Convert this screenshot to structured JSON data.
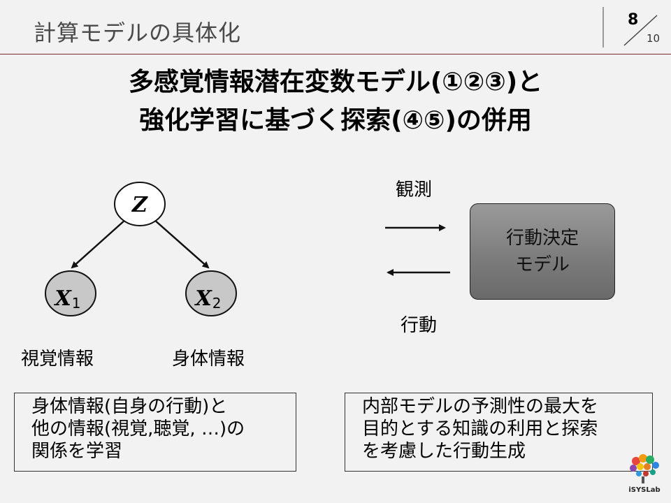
{
  "slide": {
    "title": "計算モデルの具体化",
    "page_current": "8",
    "page_total": "10"
  },
  "headline": {
    "line1": "多感覚情報潜在変数モデル(①②③)と",
    "line2": "強化学習に基づく探索(④⑤)の併用"
  },
  "graph": {
    "root": {
      "symbol": "Z"
    },
    "children": [
      {
        "symbol": "X",
        "subscript": "1",
        "caption": "視覚情報"
      },
      {
        "symbol": "X",
        "subscript": "2",
        "caption": "身体情報"
      }
    ]
  },
  "loop": {
    "observe_label": "観測",
    "act_label": "行動",
    "decision_line1": "行動決定",
    "decision_line2": "モデル"
  },
  "notes": {
    "left": [
      "身体情報(自身の行動)と",
      "他の情報(視覚,聴覚, …)の",
      "関係を学習"
    ],
    "right": [
      "内部モデルの予測性の最大を",
      "目的とする知識の利用と探索",
      "を考慮した行動生成"
    ]
  },
  "logo": {
    "text": "iSYSLab"
  },
  "colors": {
    "background": "#f2f2f2",
    "header_rule": "#7a2a2a",
    "node_fill": "#c8c8c8",
    "decision_fill": "#7d7d7d"
  }
}
